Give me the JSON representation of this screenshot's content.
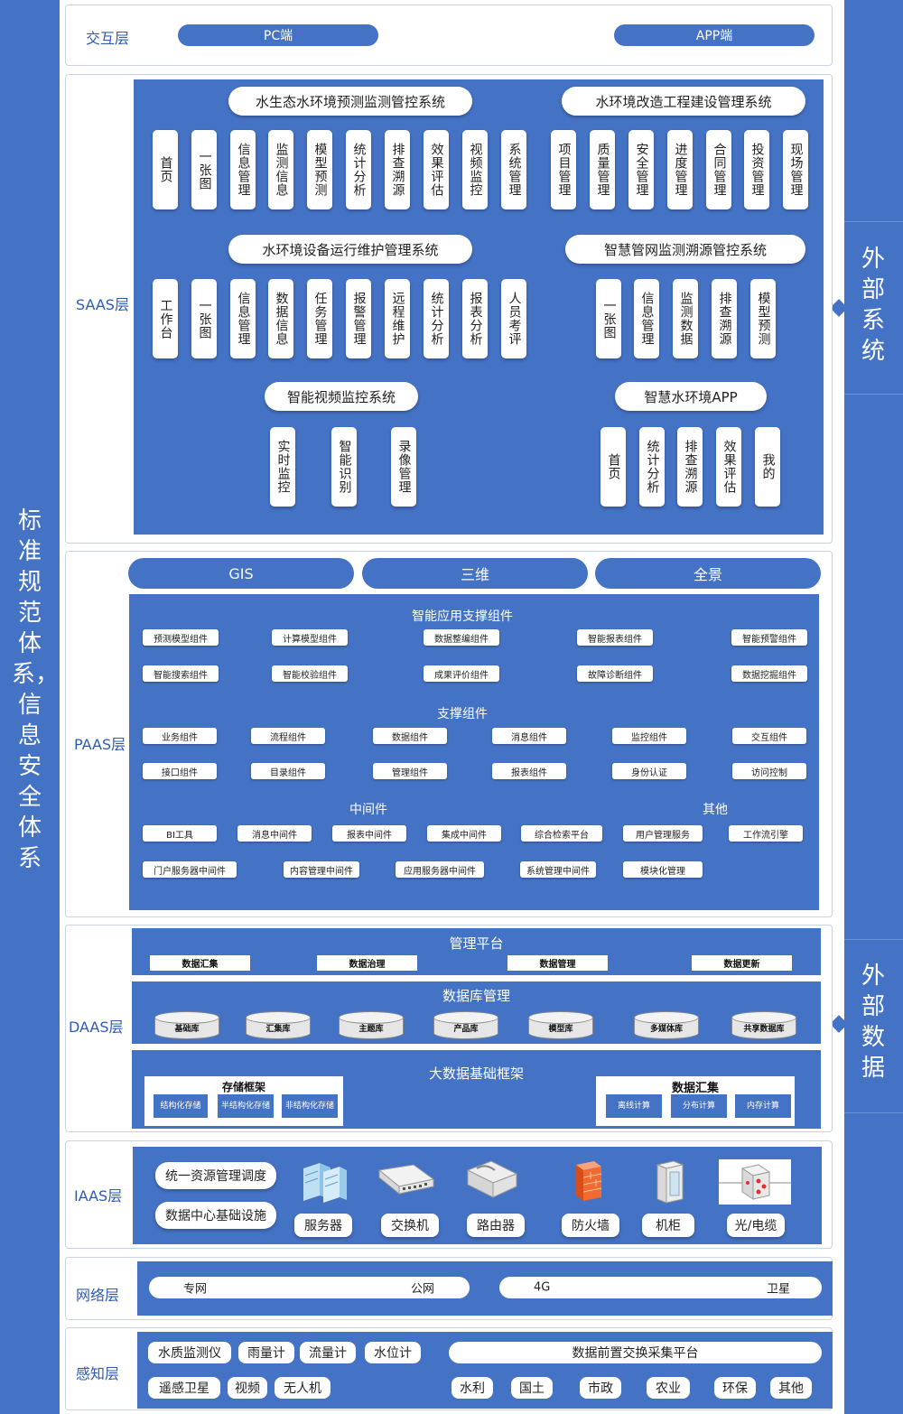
{
  "left_bar": {
    "title": "标准规范体系，信息安全体系"
  },
  "right_bar": {
    "top": "外部系统",
    "bottom": "外部数据"
  },
  "interaction": {
    "label": "交互层",
    "pc": "PC端",
    "app": "APP端"
  },
  "saas": {
    "label": "SAAS层",
    "systems": [
      {
        "title": "水生态水环境预测监测管控系统",
        "items": [
          "首页",
          "一张图",
          "信息管理",
          "监测信息",
          "模型预测",
          "统计分析",
          "排查溯源",
          "效果评估",
          "视频监控",
          "系统管理"
        ]
      },
      {
        "title": "水环境改造工程建设管理系统",
        "items": [
          "项目管理",
          "质量管理",
          "安全管理",
          "进度管理",
          "合同管理",
          "投资管理",
          "现场管理"
        ]
      },
      {
        "title": "水环境设备运行维护管理系统",
        "items": [
          "工作台",
          "一张图",
          "信息管理",
          "数据信息",
          "任务管理",
          "报警管理",
          "远程维护",
          "统计分析",
          "报表分析",
          "人员考评"
        ]
      },
      {
        "title": "智慧管网监测溯源管控系统",
        "items": [
          "一张图",
          "信息管理",
          "监测数据",
          "排查溯源",
          "模型预测"
        ]
      },
      {
        "title": "智能视频监控系统",
        "items": [
          "实时监控",
          "智能识别",
          "录像管理"
        ]
      },
      {
        "title": "智慧水环境APP",
        "items": [
          "首页",
          "统计分析",
          "排查溯源",
          "效果评估",
          "我的"
        ]
      }
    ]
  },
  "paas": {
    "label": "PAAS层",
    "tabs": [
      "GIS",
      "三维",
      "全景"
    ],
    "app_support": {
      "title": "智能应用支撑组件",
      "row1": [
        "预测模型组件",
        "计算模型组件",
        "数据整编组件",
        "智能报表组件",
        "智能预警组件"
      ],
      "row2": [
        "智能搜索组件",
        "智能校验组件",
        "成果评价组件",
        "故障诊断组件",
        "数据挖掘组件"
      ]
    },
    "support": {
      "title": "支撑组件",
      "row1": [
        "业务组件",
        "流程组件",
        "数据组件",
        "消息组件",
        "监控组件",
        "交互组件"
      ],
      "row2": [
        "接口组件",
        "目录组件",
        "管理组件",
        "报表组件",
        "身份认证",
        "访问控制"
      ]
    },
    "middleware": {
      "title": "中间件",
      "other_title": "其他",
      "row1": [
        "BI工具",
        "消息中间件",
        "报表中间件",
        "集成中间件",
        "综合检索平台"
      ],
      "row1_other": [
        "用户管理服务",
        "工作流引擎"
      ],
      "row2": [
        "门户服务器中间件",
        "内容管理中间件",
        "应用服务器中间件",
        "系统管理中间件",
        "模块化管理"
      ]
    }
  },
  "daas": {
    "label": "DAAS层",
    "mgmt": {
      "title": "管理平台",
      "items": [
        "数据汇集",
        "数据治理",
        "数据管理",
        "数据更新"
      ]
    },
    "db": {
      "title": "数据库管理",
      "items": [
        "基础库",
        "汇集库",
        "主题库",
        "产品库",
        "模型库",
        "多媒体库",
        "共享数据库"
      ]
    },
    "bigdata": {
      "title": "大数据基础框架",
      "storage": {
        "title": "存储框架",
        "items": [
          "结构化存储",
          "半结构化存储",
          "非结构化存储"
        ]
      },
      "collect": {
        "title": "数据汇集",
        "items": [
          "离线计算",
          "分布计算",
          "内存计算"
        ]
      }
    }
  },
  "iaas": {
    "label": "IAAS层",
    "left": [
      "统一资源管理调度",
      "数据中心基础设施"
    ],
    "devices": [
      {
        "name": "服务器",
        "icon": "server-icon"
      },
      {
        "name": "交换机",
        "icon": "switch-icon"
      },
      {
        "name": "路由器",
        "icon": "router-icon"
      },
      {
        "name": "防火墙",
        "icon": "firewall-icon"
      },
      {
        "name": "机柜",
        "icon": "cabinet-icon"
      },
      {
        "name": "光/电缆",
        "icon": "cable-icon"
      }
    ]
  },
  "network": {
    "label": "网络层",
    "left": [
      "专网",
      "公网"
    ],
    "right": [
      "4G",
      "卫星"
    ]
  },
  "perception": {
    "label": "感知层",
    "row1": [
      "水质监测仪",
      "雨量计",
      "流量计",
      "水位计"
    ],
    "row2": [
      "遥感卫星",
      "视频",
      "无人机"
    ],
    "platform": "数据前置交换采集平台",
    "sources": [
      "水利",
      "国土",
      "市政",
      "农业",
      "环保",
      "其他"
    ]
  },
  "colors": {
    "primary": "#4472c4",
    "label": "#2f5bb5"
  }
}
